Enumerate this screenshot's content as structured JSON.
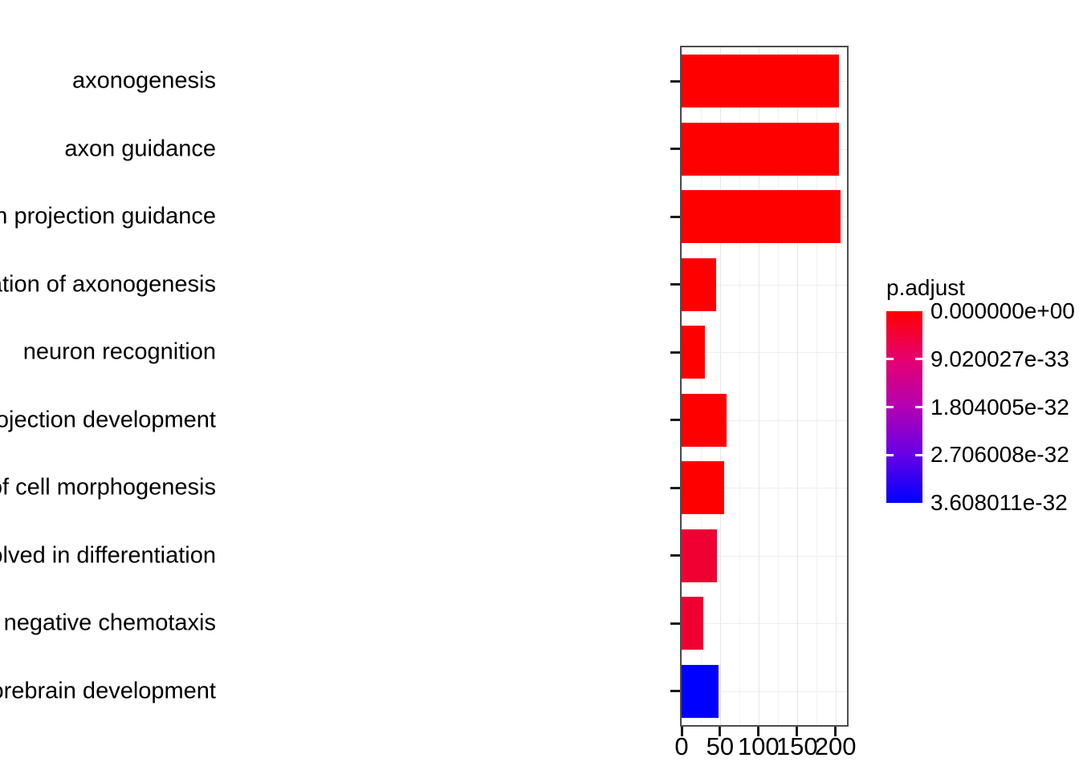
{
  "chart_data": {
    "type": "bar",
    "orientation": "horizontal",
    "title": "",
    "xlabel": "",
    "ylabel": "",
    "categories": [
      "axonogenesis",
      "axon guidance",
      "neuron projection guidance",
      "regulation of axonogenesis",
      "neuron recognition",
      "regulation of neuron projection development",
      "regulation of cell morphogenesis",
      "regulation of cell morphogenesis involved in differentiation",
      "negative chemotaxis",
      "forebrain development"
    ],
    "values": [
      205,
      205,
      207,
      45,
      30,
      58,
      55,
      46,
      28,
      48
    ],
    "bar_colors": [
      "#FF0000",
      "#FF0000",
      "#FF0000",
      "#FF0000",
      "#FF0000",
      "#FF0000",
      "#FF0000",
      "#EE0033",
      "#EE0033",
      "#0000FF"
    ],
    "xlim": [
      0,
      215
    ],
    "xticks": [
      0,
      50,
      100,
      150,
      200
    ],
    "xticklabels": [
      "0",
      "50",
      "100",
      "150",
      "200"
    ],
    "minor_gridline_step": 25,
    "grid": true,
    "legend_position": "right",
    "legend": {
      "title": "p.adjust",
      "type": "continuous-colorbar",
      "breaks": [
        "0.000000e+00",
        "9.020027e-33",
        "1.804005e-32",
        "2.706008e-32",
        "3.608011e-32"
      ],
      "break_values": [
        0,
        9.020027e-33,
        1.804005e-32,
        2.706008e-32,
        3.608011e-32
      ],
      "color_low": "#FF0000",
      "color_high": "#0000FF",
      "gradient_stops": [
        "#FF0000",
        "#E6006E",
        "#B300B3",
        "#6600E6",
        "#0000FF"
      ]
    }
  }
}
